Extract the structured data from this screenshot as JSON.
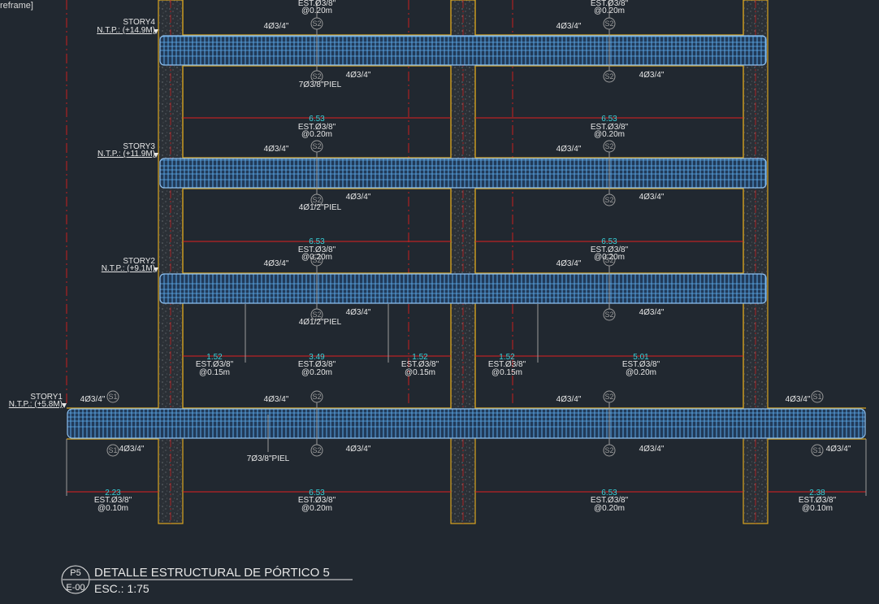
{
  "viewport_label": "reframe]",
  "title": {
    "detail_id": "P5",
    "sheet_id": "E-00",
    "name": "DETALLE ESTRUCTURAL DE PÓRTICO 5",
    "scale": "ESC.: 1:75"
  },
  "stories": [
    {
      "name": "STORY4",
      "level": "N.T.P.: (+14.9M)"
    },
    {
      "name": "STORY3",
      "level": "N.T.P.: (+11.9M)"
    },
    {
      "name": "STORY2",
      "level": "N.T.P.: (+9.1M)"
    },
    {
      "name": "STORY1",
      "level": "N.T.P.: (+5.8M)"
    }
  ],
  "bar_labels": {
    "top_34": "4Ø3/4\"",
    "bottom_34": "4Ø3/4\"",
    "skin_a": "7Ø3/8\"PIEL",
    "skin_b": "4Ø1/2\"PIEL",
    "skin_c": "4Ø1/2\"PIEL",
    "skin_d": "7Ø3/8\"PIEL"
  },
  "section_tags": {
    "s1": "S1",
    "s2": "S2"
  },
  "stirrups": {
    "est": "EST.Ø3/8\"",
    "s010": "@0.10m",
    "s015": "@0.15m",
    "s020": "@0.20m"
  },
  "dimensions": {
    "d653": "6.53",
    "d152": "1.52",
    "d349": "3.49",
    "d501": "5.01",
    "d223": "2.23",
    "d238": "2.38"
  },
  "colors": {
    "background": "#212830",
    "concrete": "#d9a520",
    "rebar": "#5aa6e6",
    "dimension": "#e02020",
    "grid": "#c81e1e",
    "text": "#e6e6e6",
    "dimension_text": "#39d0d8",
    "tag": "#9a9a9a"
  }
}
